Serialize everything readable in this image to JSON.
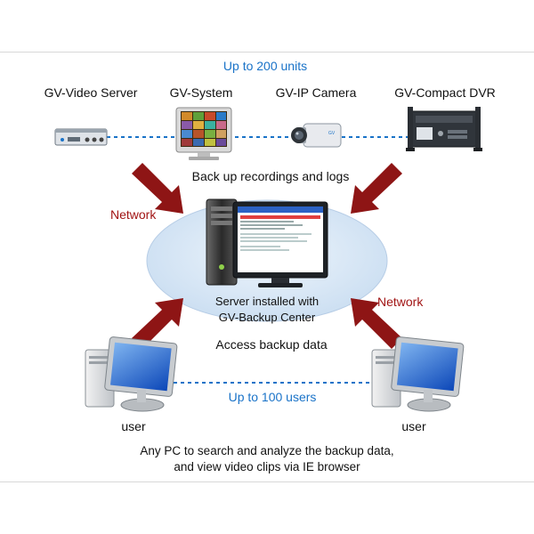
{
  "top": {
    "units_label": "Up to 200 units",
    "devices": [
      {
        "name": "GV-Video Server"
      },
      {
        "name": "GV-System"
      },
      {
        "name": "GV-IP Camera"
      },
      {
        "name": "GV-Compact DVR"
      }
    ]
  },
  "flow": {
    "backup_label": "Back up recordings and logs",
    "network_left": "Network",
    "network_right": "Network",
    "access_label": "Access backup data"
  },
  "server": {
    "line1": "Server installed with",
    "line2": "GV-Backup Center"
  },
  "bottom": {
    "users_label": "Up to 100 users",
    "user_left": "user",
    "user_right": "user",
    "caption_line1": "Any PC to search and analyze the backup data,",
    "caption_line2": "and view video clips via IE browser"
  },
  "colors": {
    "accent_blue": "#1a73c8",
    "network_red": "#a11414",
    "ellipse_fill": "#d6e6f5"
  }
}
